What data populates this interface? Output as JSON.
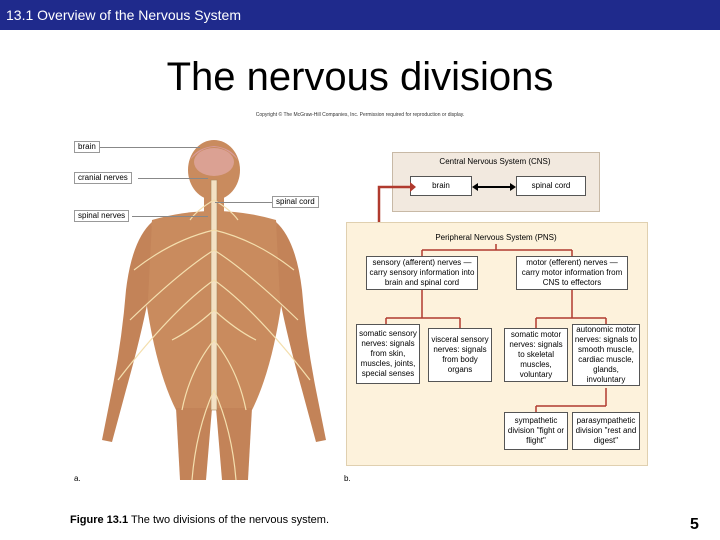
{
  "header": {
    "section": "13.1 Overview of the Nervous System"
  },
  "slide": {
    "title": "The nervous divisions",
    "copyright": "Copyright © The McGraw-Hill Companies, Inc. Permission required for reproduction or display."
  },
  "figure": {
    "callouts": {
      "brain": "brain",
      "cranial_nerves": "cranial nerves",
      "spinal_cord": "spinal cord",
      "spinal_nerves": "spinal nerves"
    },
    "cns": {
      "title": "Central Nervous System (CNS)",
      "brain": "brain",
      "spinal_cord": "spinal cord"
    },
    "pns": {
      "title": "Peripheral Nervous System (PNS)",
      "sensory": "sensory (afferent) nerves — carry sensory information into brain and spinal cord",
      "motor": "motor (efferent) nerves — carry motor information from CNS to effectors",
      "somatic_sensory": "somatic sensory nerves: signals from skin, muscles, joints, special senses",
      "visceral_sensory": "visceral sensory nerves: signals from body organs",
      "somatic_motor": "somatic motor nerves: signals to skeletal muscles, voluntary",
      "autonomic_motor": "autonomic motor nerves: signals to smooth muscle, cardiac muscle, glands, involuntary",
      "sympathetic": "sympathetic division \"fight or flight\"",
      "parasympathetic": "parasympathetic division \"rest and digest\""
    },
    "part_labels": {
      "a": "a.",
      "b": "b."
    },
    "colors": {
      "header_bar": "#1f2a8c",
      "connector": "#b03a2e",
      "skin": "#c98b5e"
    }
  },
  "caption": {
    "label": "Figure 13.1",
    "text": "The two divisions of the nervous system."
  },
  "page_number": "5"
}
